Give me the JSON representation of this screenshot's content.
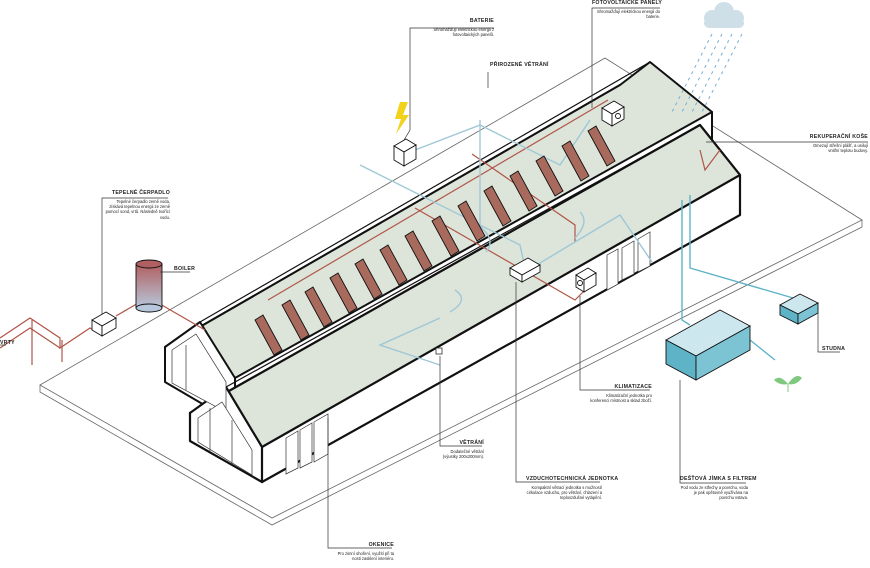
{
  "labels": {
    "baterie": {
      "title": "BATERIE",
      "desc": "Shromažďují elektrickou energii z fotovoltaických panelů."
    },
    "fotovoltaicke_panely": {
      "title": "FOTOVOLTAICKÉ PANELY",
      "desc": "Shromažďují elektrickou energii do baterie."
    },
    "prirozene_vetrani": {
      "title": "PŘIROZENÉ VĚTRÁNÍ"
    },
    "tepelne_cerpadlo": {
      "title": "TEPELNÉ ČERPADLO",
      "desc": "Tepelné čerpadlo země voda, získává tepelnou energii ze země pomocí sond, vrtů. Následně tvořící vodu."
    },
    "boiler": {
      "title": "BOILER"
    },
    "vrty": {
      "title": "VRTY"
    },
    "rekuperace": {
      "title": "REKUPERAČNÍ KOŠE",
      "desc": "Omezují střešní plášť, a usilují vnitřní teplotu budovy."
    },
    "studna": {
      "title": "STUDNA"
    },
    "klimatizace": {
      "title": "KLIMATIZACE",
      "desc": "Klimatizační jednotka pro konferenci místnost a sklad zboží."
    },
    "vetrani": {
      "title": "VĚTRÁNÍ",
      "desc": "Dodatečné větrání (výustky 200x200mm)."
    },
    "vzt": {
      "title": "VZDUCHOTECHNICKÁ JEDNOTKA",
      "desc": "Kompaktní větrací jednotka s možností cirkulace vzduchu, pro větrání, chlazení a teplovzdušné vytápění."
    },
    "jimka": {
      "title": "DEŠŤOVÁ JÍMKA S FILTREM",
      "desc": "Pod vodu ze střechy a povrchu, voda je pak opětovně využívána na povrchu vstava."
    },
    "okna": {
      "title": "OKENICE",
      "desc": "Pro zimní ohoření, využití při ta nosti zasklení interiéru."
    }
  },
  "colors": {
    "line": "#111111",
    "roof_fill": "#dde5da",
    "wall_fill": "#ffffff",
    "panel_fill": "#a86a5c",
    "pipe_red": "#b05548",
    "pipe_blue": "#9fc7d6",
    "water": "#5fb3c7",
    "rain": "#7aaecf",
    "cloud": "#cfdfe8",
    "bolt": "#f2d21b",
    "plant": "#7fc97f",
    "boiler_top": "#b06060",
    "boiler_bottom": "#b8c8dc"
  }
}
